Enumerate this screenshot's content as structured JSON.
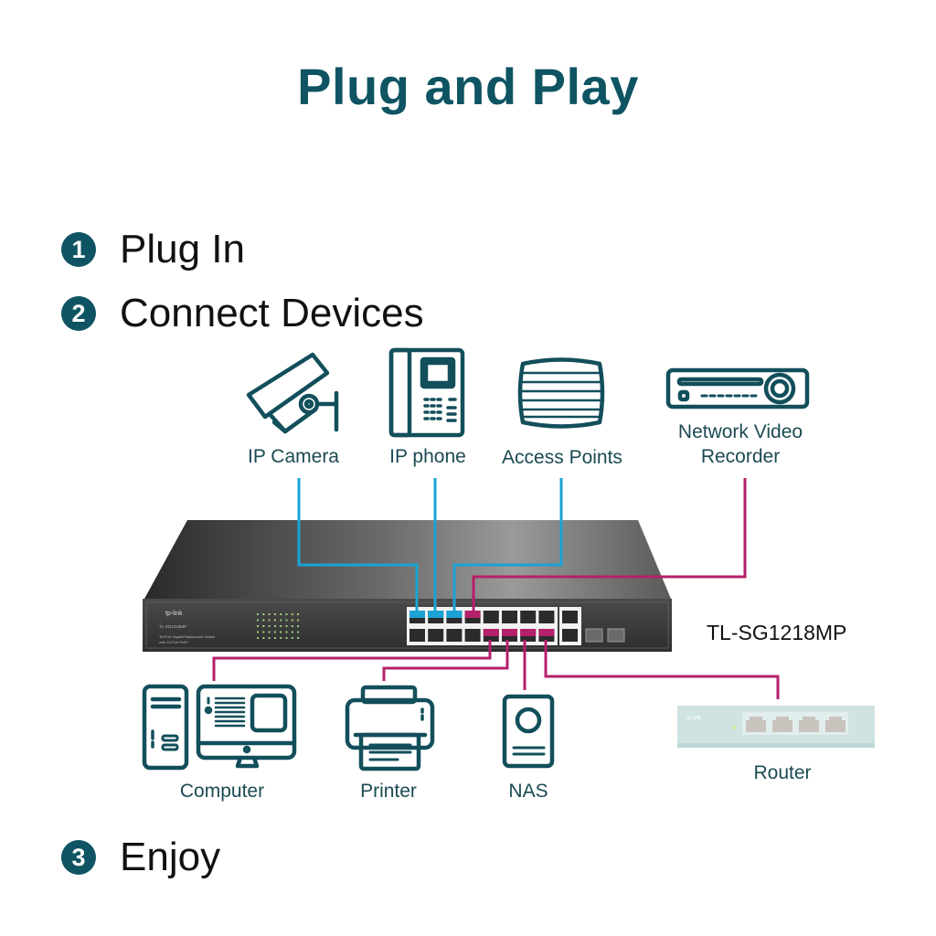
{
  "title": "Plug and Play",
  "steps": [
    {
      "number": "1",
      "label": "Plug In"
    },
    {
      "number": "2",
      "label": "Connect Devices"
    },
    {
      "number": "3",
      "label": "Enjoy"
    }
  ],
  "top_devices": [
    {
      "icon": "ip-camera-icon",
      "label": "IP Camera",
      "link": "poe-blue"
    },
    {
      "icon": "ip-phone-icon",
      "label": "IP phone",
      "link": "poe-blue"
    },
    {
      "icon": "access-point-icon",
      "label": "Access Points",
      "link": "poe-blue"
    },
    {
      "icon": "nvr-icon",
      "label": "Network Video Recorder",
      "label_line1": "Network Video",
      "label_line2": "Recorder",
      "link": "data-magenta"
    }
  ],
  "bottom_devices": [
    {
      "icon": "computer-icon",
      "label": "Computer"
    },
    {
      "icon": "printer-icon",
      "label": "Printer"
    },
    {
      "icon": "nas-icon",
      "label": "NAS"
    },
    {
      "icon": "router-icon",
      "label": "Router"
    }
  ],
  "switch": {
    "model": "TL-SG1218MP",
    "brand": "tp-link",
    "panel_model": "TL-SG1218MP",
    "panel_desc_line1": "18-Port Gigabit Rackmount Switch",
    "panel_desc_line2": "with 16-Port PoE+"
  },
  "router_brand": "tp-link",
  "colors": {
    "title": "#0e5463",
    "step_badge": "#0e5463",
    "icon_stroke": "#124f5b",
    "poe_line": "#1aa3d4",
    "data_line": "#b5206a",
    "switch_body": "#3a3a3a",
    "router_body": "#cfe3e3"
  }
}
